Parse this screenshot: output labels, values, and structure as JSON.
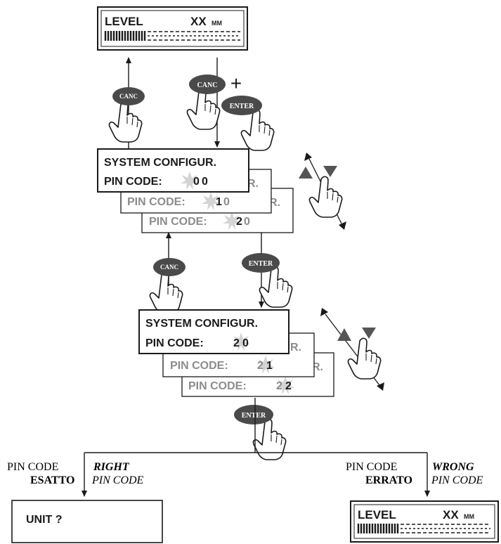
{
  "level_display": {
    "label": "LEVEL",
    "value": "XX",
    "unit": "MM"
  },
  "buttons": {
    "canc": "CANC",
    "enter": "ENTER",
    "plus": "+"
  },
  "pin_screen_1": {
    "title": "SYSTEM CONFIGUR.",
    "title_tail": "R.",
    "pin_label": "PIN CODE:",
    "rows": [
      {
        "first": "0",
        "second": "0"
      },
      {
        "first": "1",
        "second": "0"
      },
      {
        "first": "2",
        "second": "0"
      }
    ]
  },
  "pin_screen_2": {
    "title": "SYSTEM CONFIGUR.",
    "title_tail": "R.",
    "pin_label": "PIN CODE:",
    "rows": [
      {
        "first": "2",
        "second": "0"
      },
      {
        "first": "2",
        "second": "1"
      },
      {
        "first": "2",
        "second": "2"
      }
    ]
  },
  "outcome_right": {
    "it_line1": "PIN CODE",
    "it_line2": "ESATTO",
    "en_line1": "RIGHT",
    "en_line2": "PIN CODE"
  },
  "outcome_wrong": {
    "it_line1": "PIN CODE",
    "it_line2": "ERRATO",
    "en_line1": "WRONG",
    "en_line2": "PIN CODE"
  },
  "unit_display": {
    "text": "UNIT ?"
  },
  "icons": [
    "hand-press-icon",
    "up-arrow-icon",
    "down-arrow-icon",
    "double-arrow-icon",
    "sparkle-icon"
  ],
  "colors": {
    "ink": "#1a1a1a",
    "button": "#4a4a4a",
    "faded": "#8c8c8c",
    "sparkle": "#cfcfcf"
  }
}
